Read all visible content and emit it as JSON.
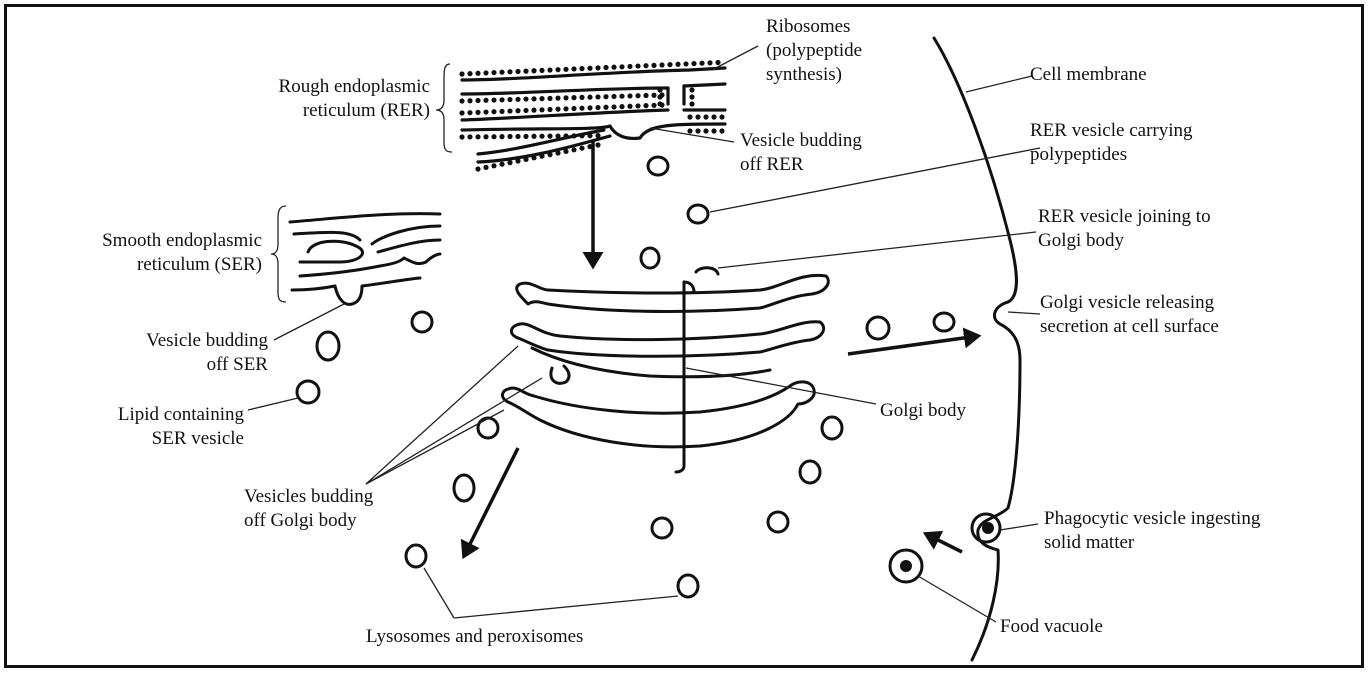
{
  "labels": {
    "ribosomes": [
      "Ribosomes",
      "(polypeptide",
      "synthesis)"
    ],
    "rer": [
      "Rough endoplasmic",
      "reticulum (RER)"
    ],
    "cell_membrane": [
      "Cell membrane"
    ],
    "vesicle_rer": [
      "Vesicle budding",
      "off RER"
    ],
    "rer_vesicle_carrying": [
      "RER vesicle carrying",
      "polypeptides"
    ],
    "ser": [
      "Smooth endoplasmic",
      "reticulum (SER)"
    ],
    "rer_vesicle_joining": [
      "RER vesicle joining to",
      "Golgi body"
    ],
    "golgi_vesicle_releasing": [
      "Golgi vesicle releasing",
      "secretion at cell surface"
    ],
    "vesicle_ser": [
      "Vesicle budding",
      "off SER"
    ],
    "lipid_vesicle": [
      "Lipid containing",
      "SER vesicle"
    ],
    "golgi_body": [
      "Golgi body"
    ],
    "vesicles_golgi": [
      "Vesicles budding",
      "off Golgi body"
    ],
    "phagocytic": [
      "Phagocytic vesicle ingesting",
      "solid matter"
    ],
    "lysosomes": [
      "Lysosomes and peroxisomes"
    ],
    "food_vacuole": [
      "Food vacuole"
    ]
  }
}
